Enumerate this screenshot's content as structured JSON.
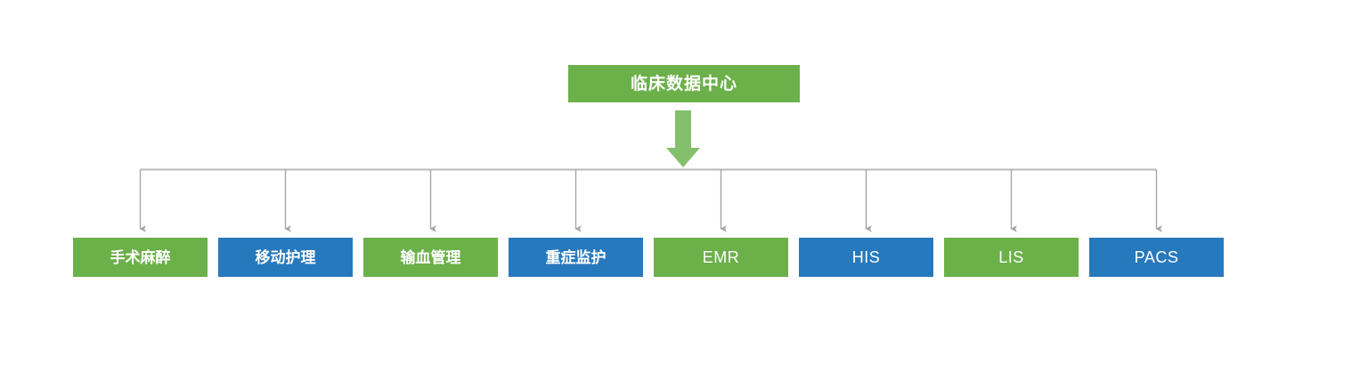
{
  "diagram": {
    "type": "hierarchy",
    "title": "临床数据中心",
    "colors": {
      "green": "#6cb04a",
      "blue": "#2779bd",
      "arrow_green": "#84c06b",
      "connector_gray": "#a6a6a6",
      "bus_gray": "#bfbfbf",
      "label_text": "#ffffff",
      "background": "#ffffff"
    },
    "root": {
      "label": "临床数据中心",
      "color": "#6cb04a"
    },
    "flow_arrow": {
      "name": "down-block-arrow",
      "color": "#84c06b",
      "direction": "down"
    },
    "leaves": [
      {
        "label": "手术麻醉",
        "color": "#6cb04a",
        "script": "han"
      },
      {
        "label": "移动护理",
        "color": "#2779bd",
        "script": "han"
      },
      {
        "label": "输血管理",
        "color": "#6cb04a",
        "script": "han"
      },
      {
        "label": "重症监护",
        "color": "#2779bd",
        "script": "han"
      },
      {
        "label": "EMR",
        "color": "#6cb04a",
        "script": "latin"
      },
      {
        "label": "HIS",
        "color": "#2779bd",
        "script": "latin"
      },
      {
        "label": "LIS",
        "color": "#6cb04a",
        "script": "latin"
      },
      {
        "label": "PACS",
        "color": "#2779bd",
        "script": "latin"
      }
    ]
  }
}
